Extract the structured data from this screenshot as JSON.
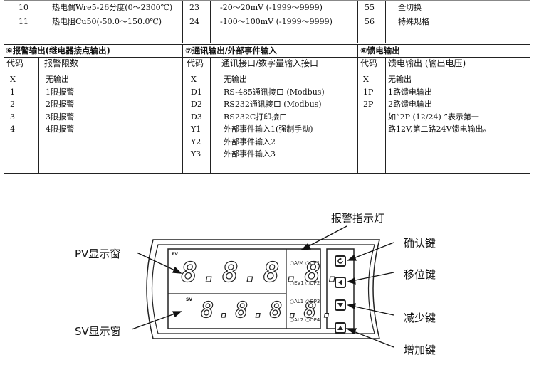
{
  "top_rows": [
    {
      "c1": "10",
      "t1": "热电偶Wre5-26分度(0～2300℃)",
      "c2": "23",
      "t2": "-20～20mV (-1999～9999)",
      "c3": "55",
      "t3": "全切换"
    },
    {
      "c1": "11",
      "t1": "热电阻Cu50(-50.0～150.0℃)",
      "c2": "24",
      "t2": "-100～100mV (-1999～9999)",
      "c3": "56",
      "t3": "特殊规格"
    }
  ],
  "alarm": {
    "title": "⑥报警输出(继电器接点输出)",
    "code_header": "代码",
    "desc_header": "报警限数",
    "codes": [
      "X",
      "1",
      "2",
      "3",
      "4"
    ],
    "descs": [
      "无输出",
      "1限报警",
      "2限报警",
      "3限报警",
      "4限报警"
    ]
  },
  "comm": {
    "title": "⑦通讯输出/外部事件输入",
    "code_header": "代码",
    "desc_header": "通讯接口/数字量输入接口",
    "codes": [
      "X",
      "D1",
      "D2",
      "D3",
      "Y1",
      "Y2",
      "Y3"
    ],
    "descs": [
      "无输出",
      "RS-485通讯接口 (Modbus)",
      "RS232通讯接口 (Modbus)",
      "RS232C打印接口",
      "外部事件输入1(强制手动)",
      "外部事件输入2",
      "外部事件输入3"
    ]
  },
  "feed": {
    "title": "⑧馈电输出",
    "code_header": "代码",
    "desc_header": "馈电输出 (输出电压)",
    "codes": [
      "X",
      "1P",
      "2P"
    ],
    "descs": [
      "无输出",
      "1路馈电输出",
      "2路馈电输出",
      "如“2P (12/24) ”表示第一",
      "路12V,第二路24V馈电输出。"
    ]
  },
  "device": {
    "pv_tag": "PV",
    "sv_tag": "SV",
    "pv_digits": "8.8.8.8.",
    "sv_digits": "8.8.8.8.",
    "leds": [
      "A/M",
      "OP1",
      "EV1",
      "OP2",
      "AL1",
      "OP3",
      "AL2",
      "OP4"
    ]
  },
  "callouts": {
    "alarm_light": "报警指示灯",
    "pv_window": "PV显示窗",
    "sv_window": "SV显示窗",
    "confirm_key": "确认键",
    "shift_key": "移位键",
    "decrease_key": "减少键",
    "increase_key": "增加键"
  }
}
